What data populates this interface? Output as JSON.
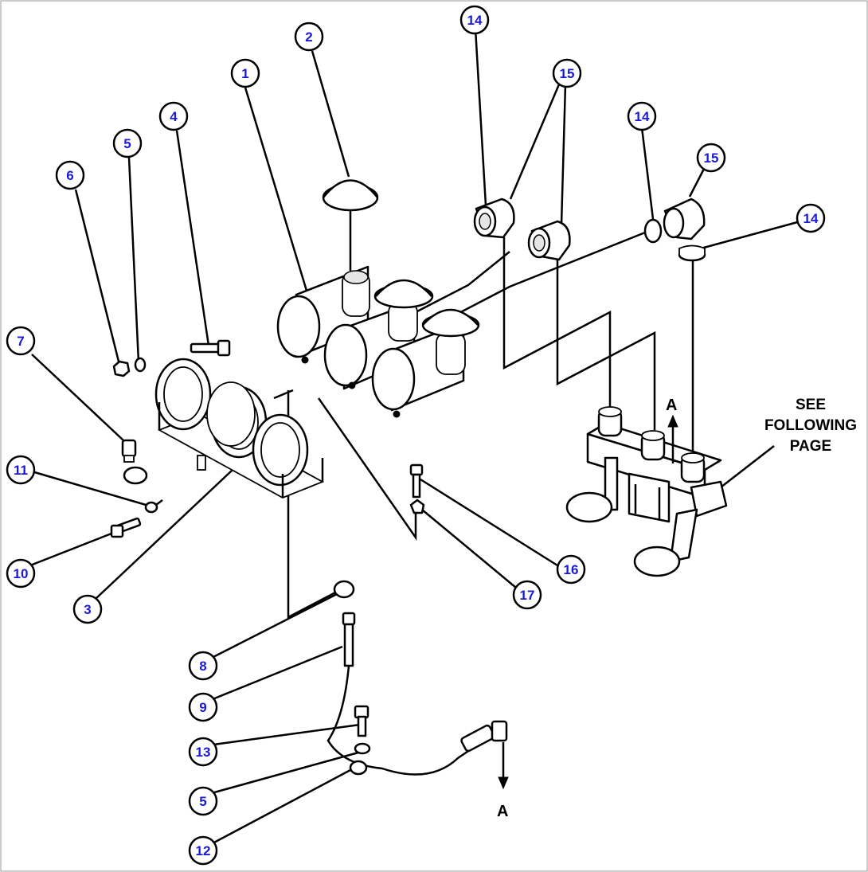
{
  "note": {
    "line1": "SEE",
    "line2": "FOLLOWING",
    "line3": "PAGE"
  },
  "arrows": {
    "a_up": "A",
    "a_down": "A"
  },
  "callouts": [
    {
      "label": "1"
    },
    {
      "label": "2"
    },
    {
      "label": "3"
    },
    {
      "label": "4"
    },
    {
      "label": "5"
    },
    {
      "label": "6"
    },
    {
      "label": "7"
    },
    {
      "label": "8"
    },
    {
      "label": "9"
    },
    {
      "label": "10"
    },
    {
      "label": "11"
    },
    {
      "label": "12"
    },
    {
      "label": "13"
    },
    {
      "label": "5"
    },
    {
      "label": "14"
    },
    {
      "label": "15"
    },
    {
      "label": "14"
    },
    {
      "label": "15"
    },
    {
      "label": "14"
    },
    {
      "label": "16"
    },
    {
      "label": "17"
    }
  ],
  "colors": {
    "callout_text": "#1a1ad6",
    "line": "#000000",
    "background": "#ffffff"
  }
}
